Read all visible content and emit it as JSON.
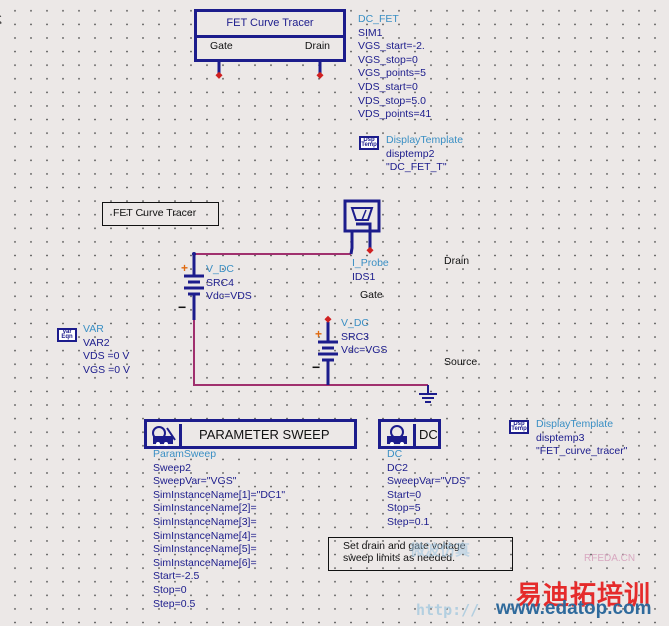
{
  "schematic": {
    "fet_curve_tracer": {
      "title": "FET Curve Tracer",
      "port_gate": "Gate",
      "port_drain": "Drain"
    },
    "dc_fet": {
      "type": "DC_FET",
      "lines": [
        "SIM1",
        "VGS_start=-2.",
        "VGS_stop=0",
        "VGS_points=5",
        "VDS_start=0",
        "VDS_stop=5.0",
        "VDS_points=41"
      ]
    },
    "display_template_1": {
      "icon_label": "Dsp Temp",
      "type": "DisplayTemplate",
      "lines": [
        "disptemp2",
        "\"DC_FET_T\""
      ]
    },
    "note_fet_curve_tracer": "FET Curve Tracer",
    "src4": {
      "type": "V_DC",
      "lines": [
        "SRC4",
        "Vdc=VDS"
      ],
      "plus": "+",
      "minus": "−"
    },
    "i_probe": {
      "type": "I_Probe",
      "lines": [
        "IDS1"
      ]
    },
    "labels": {
      "drain": "Drain",
      "gate": "Gate",
      "source": "Source"
    },
    "var": {
      "icon_label": "Var Eqn",
      "type": "VAR",
      "lines": [
        "VAR2",
        "VDS =0 V",
        "VGS =0 V"
      ]
    },
    "src3": {
      "type": "V_DC",
      "lines": [
        "SRC3",
        "Vdc=VGS"
      ],
      "plus": "+",
      "minus": "−"
    },
    "param_sweep": {
      "button_label": "PARAMETER SWEEP",
      "type": "ParamSweep",
      "lines": [
        "Sweep2",
        "SweepVar=\"VGS\"",
        "SimInstanceName[1]=\"DC1\"",
        "SimInstanceName[2]=",
        "SimInstanceName[3]=",
        "SimInstanceName[4]=",
        "SimInstanceName[5]=",
        "SimInstanceName[6]=",
        "Start=-2.5",
        "Stop=0",
        "Step=0.5"
      ]
    },
    "dc": {
      "button_label": "DC",
      "type": "DC",
      "lines": [
        "DC2",
        "SweepVar=\"VDS\"",
        "Start=0",
        "Stop=5",
        "Step=0.1"
      ]
    },
    "display_template_2": {
      "icon_label": "Dsp Temp",
      "type": "DisplayTemplate",
      "lines": [
        "disptemp3",
        "\"FET_curve_tracer\""
      ]
    },
    "note_sweep": {
      "lines": [
        "Set drain and gate voltage",
        "sweep limits as needed."
      ]
    },
    "colors": {
      "wire": "#a0306e",
      "component": "#1c1c8c",
      "pin": "#d02020",
      "type_label": "#3a8fc4"
    }
  },
  "watermark": {
    "site_top": "RFEDA.CN",
    "chinese": "易迪拓培训",
    "faint_chinese": "微波仿真",
    "url_prefix": "http://",
    "url": "www.edatop.com"
  }
}
